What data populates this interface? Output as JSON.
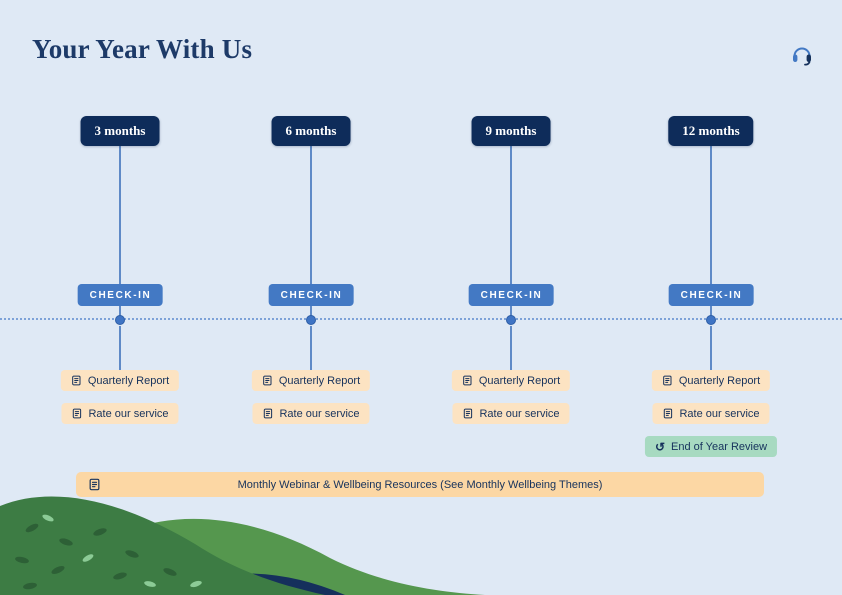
{
  "title": "Your Year With Us",
  "timeline": {
    "columns": [
      {
        "month": "3 months",
        "checkin": "CHECK-IN",
        "tags": [
          "Quarterly Report",
          "Rate our service"
        ]
      },
      {
        "month": "6 months",
        "checkin": "CHECK-IN",
        "tags": [
          "Quarterly Report",
          "Rate our service"
        ]
      },
      {
        "month": "9 months",
        "checkin": "CHECK-IN",
        "tags": [
          "Quarterly Report",
          "Rate our service"
        ]
      },
      {
        "month": "12 months",
        "checkin": "CHECK-IN",
        "tags": [
          "Quarterly Report",
          "Rate our service"
        ],
        "extra_tag": "End of Year Review"
      }
    ]
  },
  "banner": {
    "text": "Monthly Webinar & Wellbeing Resources (See Monthly Wellbeing Themes)"
  },
  "icons": {
    "header": "headset-icon",
    "tag": "report-icon",
    "review": "restart-icon",
    "restart_glyph": "↺"
  },
  "colors": {
    "background": "#dfe9f5",
    "navy": "#0e2c5a",
    "blue": "#4379c4",
    "chip_peach": "#fce3c2",
    "banner_peach": "#fcd7a4",
    "chip_green": "#a7dac1",
    "hill_dark": "#3d7c44",
    "hill_light": "#55974e"
  }
}
